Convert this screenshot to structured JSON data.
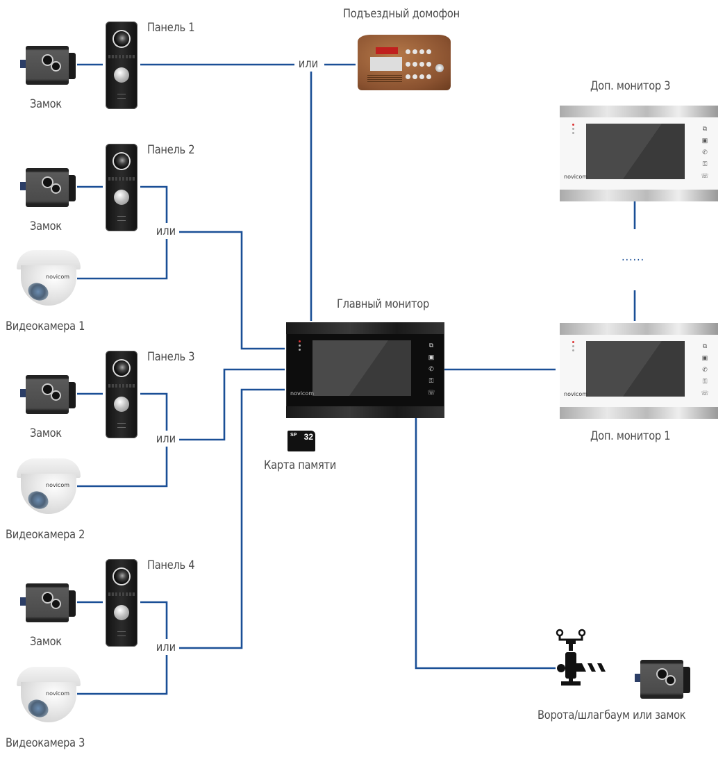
{
  "diagram": {
    "wire_color": "#1a4f96",
    "connector_label": "или",
    "main_monitor": {
      "label": "Главный монитор",
      "brand": "novicom",
      "color": "black"
    },
    "memory_card": {
      "label": "Карта памяти",
      "capacity": "32",
      "brand": "SP"
    },
    "building_intercom": {
      "label": "Подъездный домофон"
    },
    "extra_monitors": [
      {
        "label": "Доп. монитор 3",
        "brand": "novicom",
        "color": "white"
      },
      {
        "label": "Доп. монитор 1",
        "brand": "novicom",
        "color": "white"
      }
    ],
    "ellipsis": "......",
    "panels": [
      {
        "label": "Панель 1",
        "lock_label": "Замок"
      },
      {
        "label": "Панель 2",
        "lock_label": "Замок",
        "camera_label": "Видеокамера 1"
      },
      {
        "label": "Панель 3",
        "lock_label": "Замок",
        "camera_label": "Видеокамера 2"
      },
      {
        "label": "Панель 4",
        "lock_label": "Замок",
        "camera_label": "Видеокамера 3"
      }
    ],
    "camera_brand": "novicom",
    "gate": {
      "label": "Ворота/шлагбаум или замок"
    },
    "monitor_button_icons": [
      "switch-screen-icon",
      "monitor-icon",
      "phone-icon",
      "key-icon",
      "hangup-icon"
    ],
    "monitor_button_glyphs": [
      "⧉",
      "▣",
      "✆",
      "⚿",
      "☏"
    ]
  }
}
